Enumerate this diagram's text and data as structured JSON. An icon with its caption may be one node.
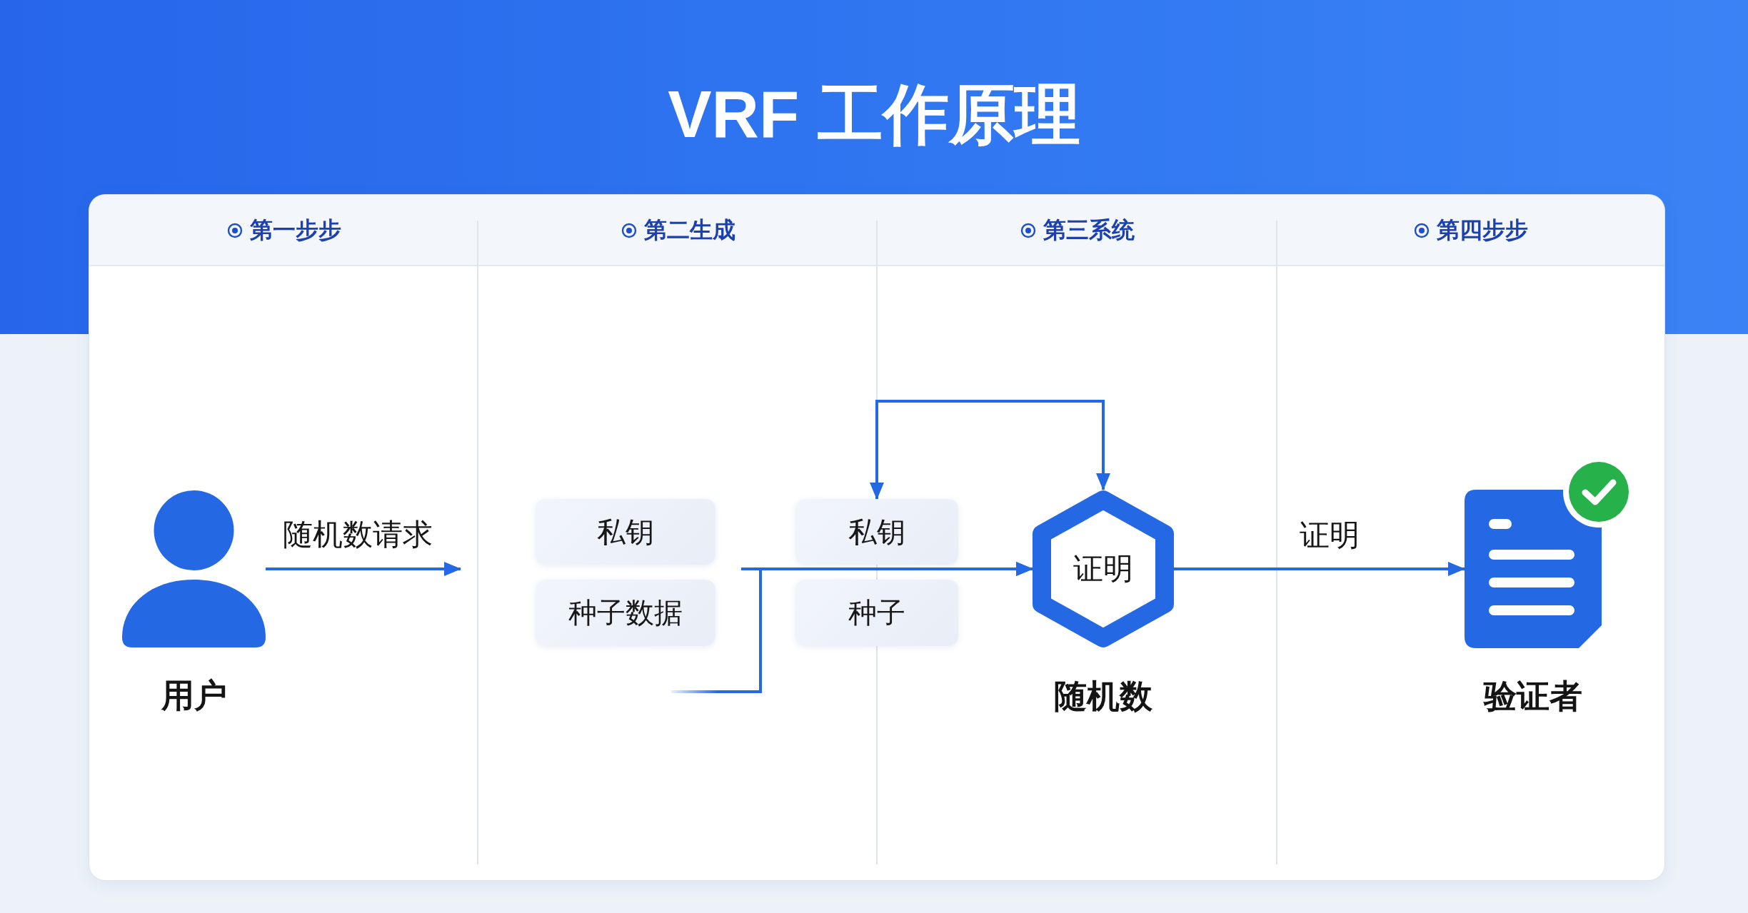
{
  "diagram": {
    "title": "VRF 工作原理",
    "nodes": [
      {
        "text": [
          "第一步步"
        ]
      },
      {
        "text": [
          "第二生成"
        ]
      },
      {
        "text": [
          "第三系统"
        ]
      },
      {
        "text": [
          "第四步步"
        ]
      },
      {
        "text": [],
        "shape": "person",
        "beside": [
          "用户"
        ],
        "in": 0
      },
      {
        "text": [
          "私钥"
        ],
        "in": 1
      },
      {
        "text": [
          "种子数据"
        ],
        "in": 1
      },
      {
        "text": [
          "私钥"
        ]
      },
      {
        "text": [
          "种子"
        ]
      },
      {
        "text": [
          "证明"
        ],
        "beside": [
          "随机数"
        ],
        "in": 2
      },
      {
        "text": [],
        "shape": "document",
        "beside": [
          "验证者"
        ],
        "in": 3
      }
    ],
    "edges": [
      {
        "from": 4,
        "to": null,
        "arrow": "to",
        "label": "随机数请求"
      },
      {
        "from": null,
        "to": 9,
        "arrow": "to"
      },
      {
        "from": null,
        "to": 9,
        "arrow": "to"
      },
      {
        "from": 7,
        "to": 9,
        "arrow": "both"
      },
      {
        "from": 9,
        "to": 10,
        "arrow": "to",
        "label": "证明"
      }
    ]
  }
}
